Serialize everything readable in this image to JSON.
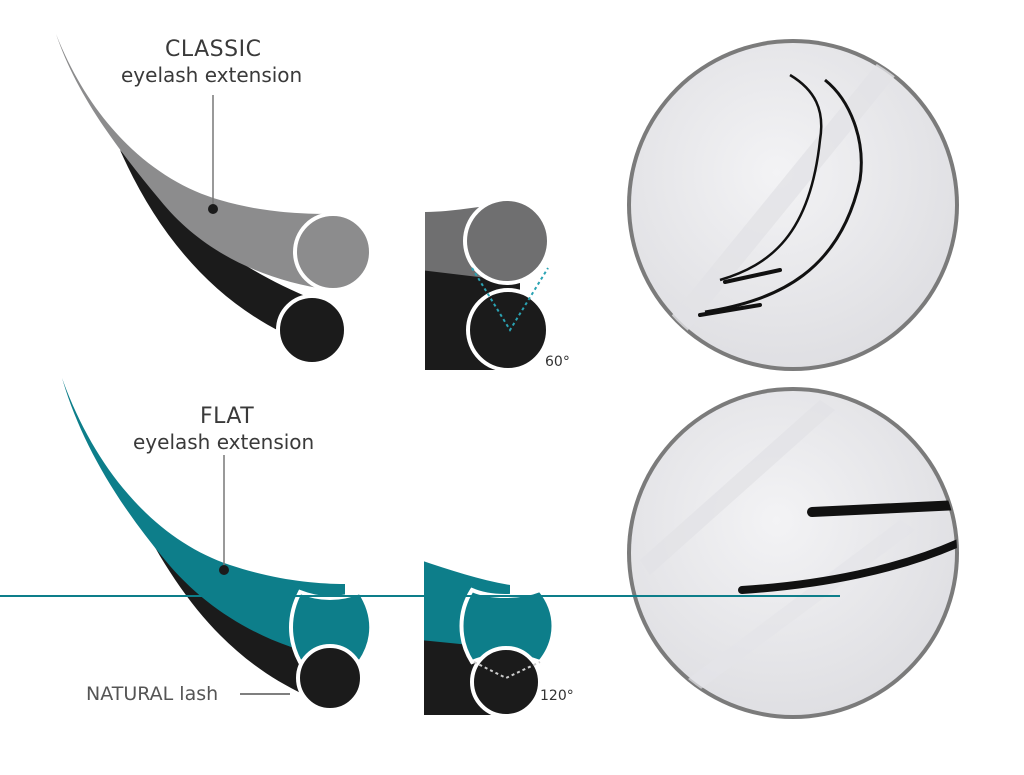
{
  "classic": {
    "title": "CLASSIC",
    "subtitle": "eyelash extension",
    "angle": "60°"
  },
  "flat": {
    "title": "FLAT",
    "subtitle": "eyelash extension",
    "angle": "120°"
  },
  "natural_label": "NATURAL lash",
  "colors": {
    "classic_gray": "#8c8c8d",
    "flat_teal": "#0d7e8a",
    "natural_black": "#1b1b1b",
    "guide_line": "#0d7e8a",
    "angle_dots": "#2aa3b3",
    "photo_bg": "#ececee"
  }
}
